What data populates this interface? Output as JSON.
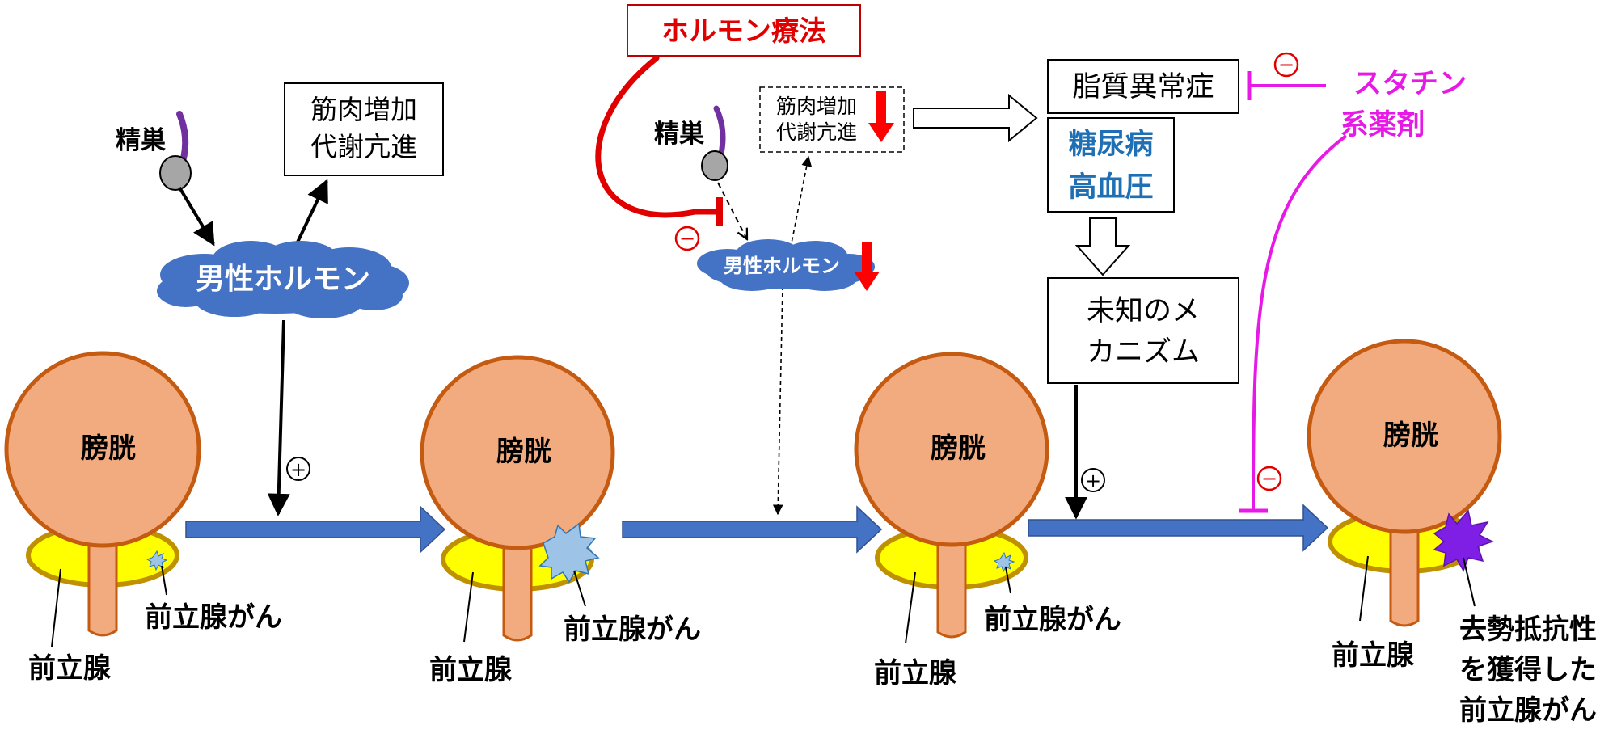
{
  "colors": {
    "bladder_fill": "#f2ab7e",
    "bladder_stroke": "#c55a11",
    "prostate_fill": "#ffff00",
    "prostate_stroke": "#bf9000",
    "flow_arrow": "#4472c4",
    "cloud": "#4472c4",
    "testis_tube": "#7030a0",
    "testis_ball": "#a6a6a6",
    "hormone_therapy_red": "#e00000",
    "statin_magenta": "#e619e6",
    "diabetes_blue": "#1f6fb4",
    "tumor_small": "#9dc3e6",
    "tumor_resistant": "#7f1fe6",
    "down_arrow_red": "#ff0000"
  },
  "labels": {
    "testis": "精巣",
    "male_hormone": "男性ホルモン",
    "muscle_metabolism_1": "筋肉増加",
    "muscle_metabolism_2": "代謝亢進",
    "hormone_therapy": "ホルモン療法",
    "dyslipidemia": "脂質異常症",
    "diabetes": "糖尿病",
    "hypertension": "高血圧",
    "unknown_mech_1": "未知のメ",
    "unknown_mech_2": "カニズム",
    "statin_1": "スタチン",
    "statin_2": "系薬剤",
    "bladder": "膀胱",
    "prostate": "前立腺",
    "prostate_cancer": "前立腺がん",
    "resistant_1": "去勢抵抗性",
    "resistant_2": "を獲得した",
    "resistant_3": "前立腺がん",
    "plus": "+",
    "minus": "−"
  }
}
